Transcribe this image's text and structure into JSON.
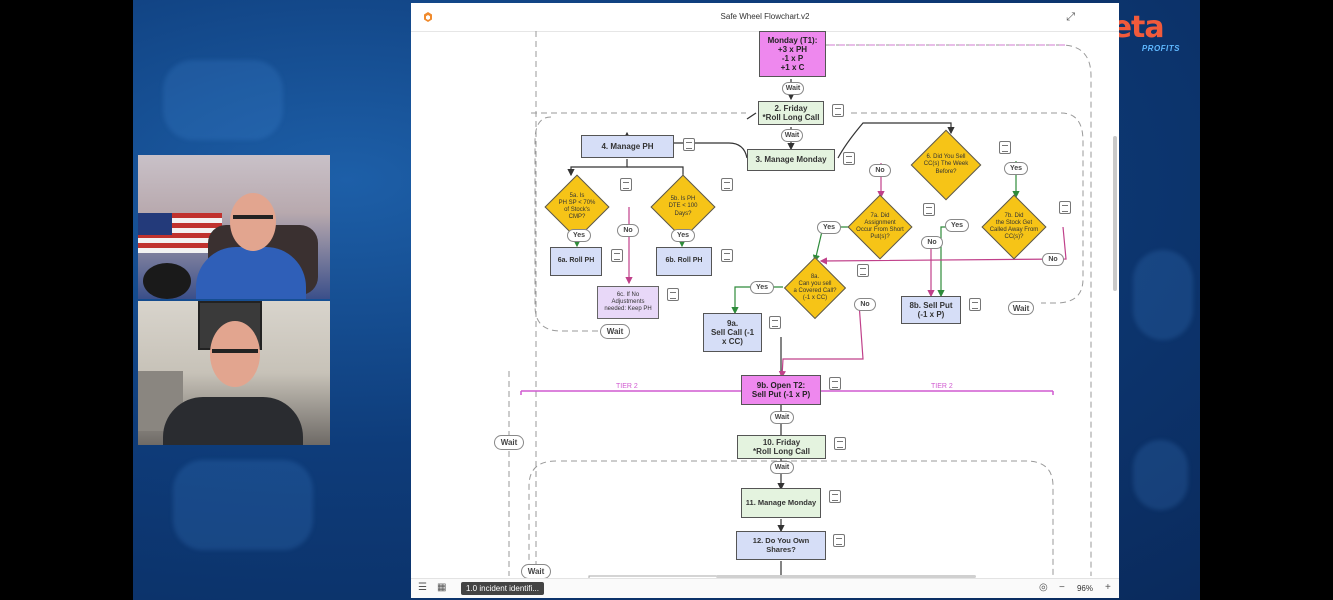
{
  "app": {
    "doc_title": "Safe Wheel Flowchart.v2",
    "brand": {
      "name": "theta",
      "sub": "PROFITS",
      "color": "#f15a3b",
      "sub_color": "#5fb8ff"
    },
    "expand_icon": "expand-icon"
  },
  "flow": {
    "t1": {
      "l1": "Monday (T1):",
      "l2": "+3 x PH",
      "l3": "-1 x P",
      "l4": "+1 x C"
    },
    "n2": {
      "l1": "2. Friday",
      "l2": "*Roll Long Call"
    },
    "n3": "3. Manage Monday",
    "n4": "4. Manage PH",
    "d5a": {
      "l1": "5a. Is",
      "l2": "PH SP < 70%",
      "l3": "of Stock's",
      "l4": "CMP?"
    },
    "d5b": {
      "l1": "5b. Is PH",
      "l2": "DTE < 100",
      "l3": "Days?"
    },
    "n6a": "6a. Roll PH",
    "n6b": "6b. Roll PH",
    "n6c": {
      "l1": "6c. If No",
      "l2": "Adjustments",
      "l3": "needed: Keep PH"
    },
    "d6": {
      "l1": "6. Did You Sell",
      "l2": "CC(s) The Week",
      "l3": "Before?"
    },
    "d7a": {
      "l1": "7a. Did",
      "l2": "Assignment",
      "l3": "Occur From Short",
      "l4": "Put(s)?"
    },
    "d7b": {
      "l1": "7b. Did",
      "l2": "the Stock Get",
      "l3": "Called Away From",
      "l4": "CC(s)?"
    },
    "d8": {
      "l1": "8a.",
      "l2": "Can you sell",
      "l3": "a Covered Call?",
      "l4": "(-1 x CC)"
    },
    "n8b": {
      "l1": "8b. Sell Put",
      "l2": "(-1 x P)"
    },
    "n9a": {
      "l1": "9a.",
      "l2": "Sell Call (-1",
      "l3": "x CC)"
    },
    "n9b": {
      "l1": "9b. Open T2:",
      "l2": "Sell Put (-1 x P)"
    },
    "tier_label": "TIER 2",
    "n10": {
      "l1": "10. Friday",
      "l2": "*Roll Long Call"
    },
    "n11": "11. Manage Monday",
    "n12": {
      "l1": "12. Do You Own",
      "l2": "Shares?"
    },
    "labels": {
      "wait": "Wait",
      "yes": "Yes",
      "no": "No"
    }
  },
  "bottombar": {
    "tab_label": "1.0 incident identifi...",
    "zoom": "96%",
    "minus": "−",
    "plus": "+"
  },
  "colors": {
    "purple": "#ee88ee",
    "green": "#e4f3df",
    "blue": "#d6def7",
    "diamond": "#f6c417",
    "tier": "#d05ad0"
  }
}
